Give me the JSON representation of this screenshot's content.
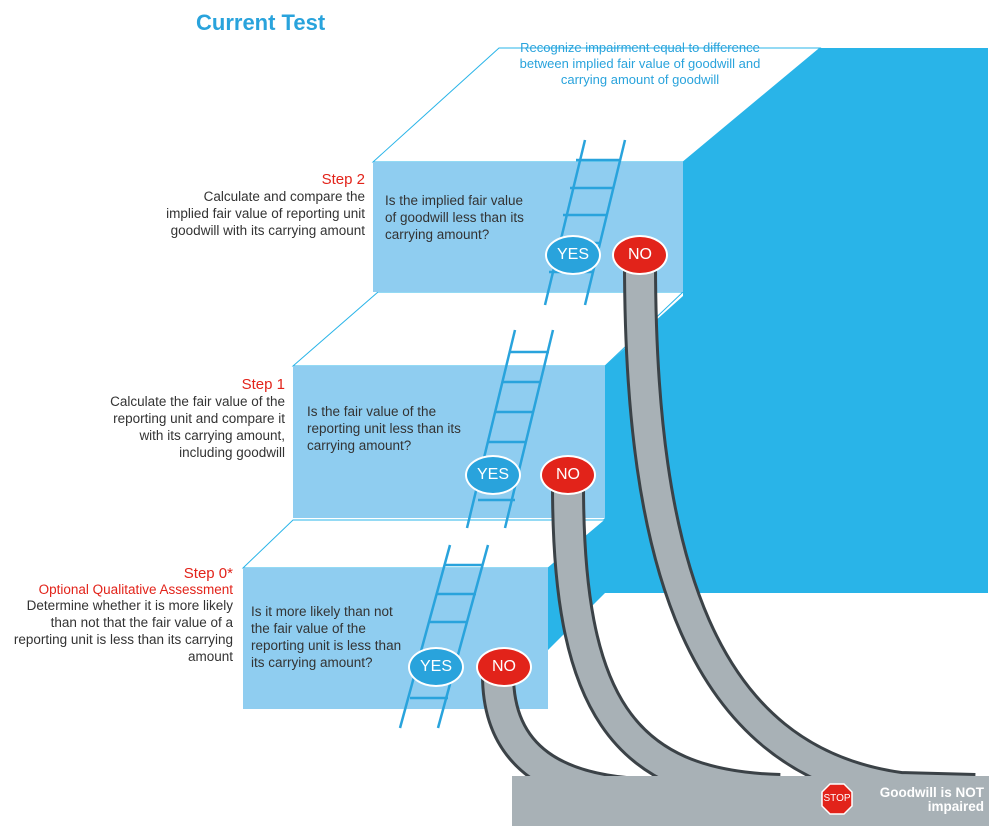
{
  "title": "Current Test",
  "top_note": "Recognize impairment equal to difference between implied fair value of goodwill and carrying amount of goodwill",
  "steps": [
    {
      "heading": "Step 2",
      "subheading": "",
      "description": "Calculate and compare the implied fair value of reporting unit goodwill with its carrying amount",
      "question": "Is the implied fair value of goodwill less than its carrying amount?",
      "yes_label": "YES",
      "no_label": "NO"
    },
    {
      "heading": "Step 1",
      "subheading": "",
      "description": "Calculate the fair value of the reporting unit and compare it with its carrying amount, including goodwill",
      "question": "Is the fair value of the reporting unit less than its carrying amount?",
      "yes_label": "YES",
      "no_label": "NO"
    },
    {
      "heading": "Step 0*",
      "subheading": "Optional Qualitative Assessment",
      "description": "Determine whether it is more likely than not that the fair value of a reporting unit is less than its carrying amount",
      "question": "Is it more likely than not the fair value of the reporting unit is less than its carrying amount?",
      "yes_label": "YES",
      "no_label": "NO"
    }
  ],
  "stop": {
    "sign_label": "STOP",
    "message": "Goodwill is NOT impaired"
  },
  "colors": {
    "box_face": "#8fcdf0",
    "box_side": "#29b4e8",
    "box_top": "#ffffff",
    "pipe": "#a8b1b6",
    "pipe_edge": "#3b4247",
    "accent_blue": "#29a3dc",
    "accent_red": "#e2231a"
  }
}
